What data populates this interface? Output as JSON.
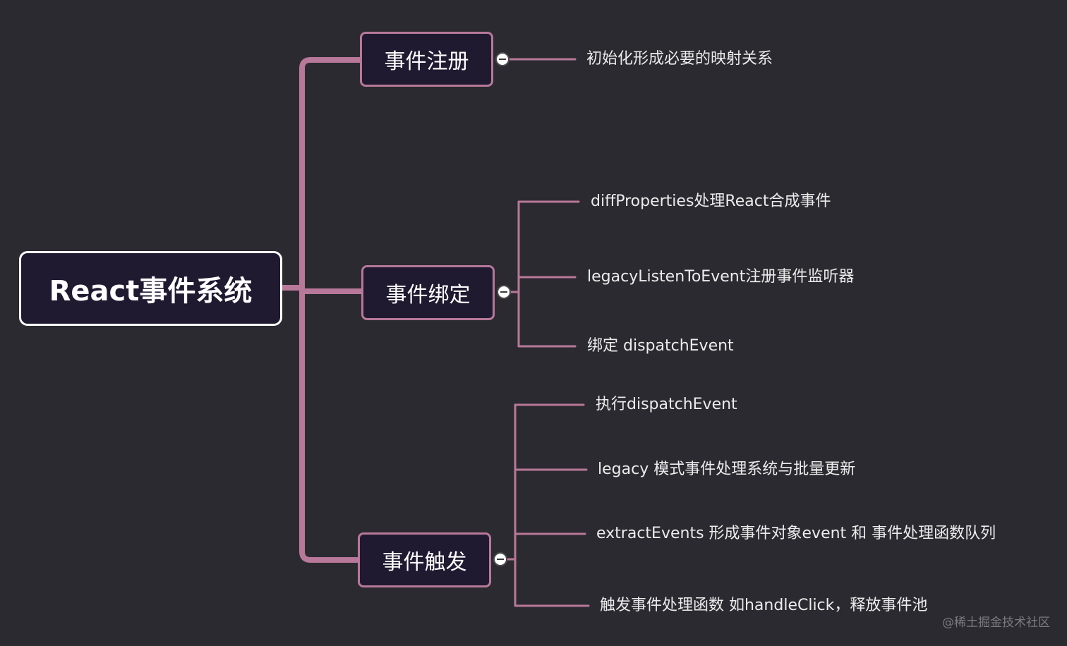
{
  "root": {
    "label": "React事件系统"
  },
  "branches": [
    {
      "label": "事件注册",
      "leaves": [
        "初始化形成必要的映射关系"
      ]
    },
    {
      "label": "事件绑定",
      "leaves": [
        "diffProperties处理React合成事件",
        "legacyListenToEvent注册事件监听器",
        "绑定 dispatchEvent"
      ]
    },
    {
      "label": "事件触发",
      "leaves": [
        "执行dispatchEvent",
        "legacy 模式事件处理系统与批量更新",
        "extractEvents 形成事件对象event 和 事件处理函数队列",
        "触发事件处理函数 如handleClick，释放事件池"
      ]
    }
  ],
  "watermark": "@稀土掘金技术社区",
  "colors": {
    "background": "#2b2a30",
    "node_fill": "#1f1a30",
    "branch_border": "#b87899",
    "root_border": "#ffffff",
    "connector": "#b87899"
  }
}
